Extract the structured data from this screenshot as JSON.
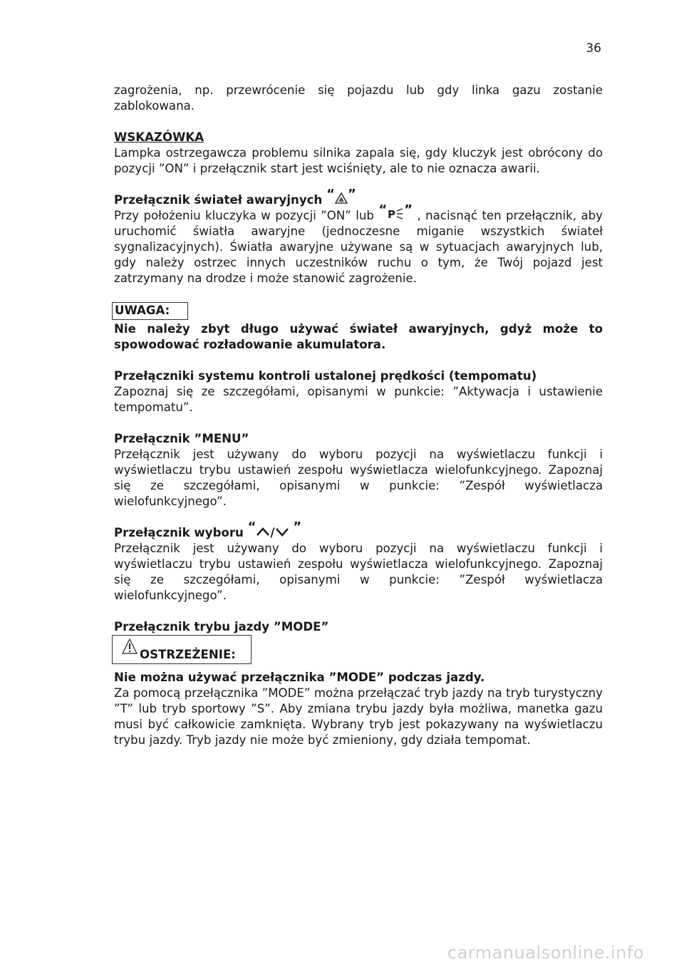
{
  "page_number": "36",
  "intro": {
    "text": "zagrożenia, np. przewrócenie się pojazdu lub gdy linka gazu zostanie zablokowana."
  },
  "wskazowka": {
    "title": "WSKAZÓWKA",
    "text": "Lampka ostrzegawcza problemu silnika zapala się, gdy kluczyk jest obrócony do pozycji ”ON” i przełącznik start jest wciśnięty, ale to nie oznacza awarii."
  },
  "hazard": {
    "title": "Przełącznik świateł awaryjnych",
    "open_quote": "“",
    "close_quote": "”",
    "icon": "hazard-triangle-icon",
    "text_before_icon": "Przy położeniu kluczyka w pozycji ”ON” lub",
    "icon2": "parking-light-icon",
    "text_after_icon": ", nacisnąć ten przełącznik, aby uruchomić światła awaryjne (jednoczesne miganie wszystkich świateł sygnalizacyjnych). Światła awaryjne używane są w sytuacjach awaryjnych lub, gdy należy ostrzec innych uczestników ruchu o tym, że Twój pojazd jest zatrzymany na drodze i może stanowić zagrożenie."
  },
  "uwaga": {
    "label": "UWAGA:",
    "text": "Nie należy zbyt długo używać świateł awaryjnych, gdyż może to spowodować rozładowanie akumulatora."
  },
  "cruise": {
    "title": "Przełączniki systemu kontroli ustalonej prędkości (tempomatu)",
    "text": "Zapoznaj się ze szczegółami, opisanymi w punkcie: ”Aktywacja i ustawienie tempomatu”."
  },
  "menu": {
    "title": "Przełącznik ”MENU”",
    "text": "Przełącznik jest używany do wyboru pozycji na wyświetlaczu funkcji i wyświetlaczu trybu ustawień zespołu wyświetlacza wielofunkcyjnego. Zapoznaj się ze szczegółami, opisanymi w punkcie: ”Zespół wyświetlacza wielofunkcyjnego”."
  },
  "select": {
    "title": "Przełącznik wyboru",
    "open_quote": "“",
    "slash": "/",
    "close_quote": "”",
    "icon_up": "chevron-up-icon",
    "icon_down": "chevron-down-icon",
    "text": "Przełącznik jest używany do wyboru pozycji na wyświetlaczu funkcji i wyświetlaczu trybu ustawień zespołu wyświetlacza wielofunkcyjnego. Zapoznaj się ze szczegółami, opisanymi w punkcie: ”Zespół wyświetlacza wielofunkcyjnego”."
  },
  "mode": {
    "title": "Przełącznik trybu jazdy ”MODE”",
    "warning_label": "OSTRZEŻENIE:",
    "warning_icon": "warning-triangle-icon",
    "warning_text": "Nie można używać przełącznika ”MODE” podczas jazdy.",
    "text": "Za pomocą przełącznika ”MODE” można przełączać tryb jazdy na tryb turystyczny ”T” lub tryb sportowy ”S”. Aby zmiana trybu jazdy była możliwa, manetka gazu musi być całkowicie zamknięta. Wybrany tryb jest pokazywany na wyświetlaczu trybu jazdy. Tryb jazdy nie może być zmieniony, gdy działa tempomat."
  },
  "watermark": "carmanualsonline.info"
}
